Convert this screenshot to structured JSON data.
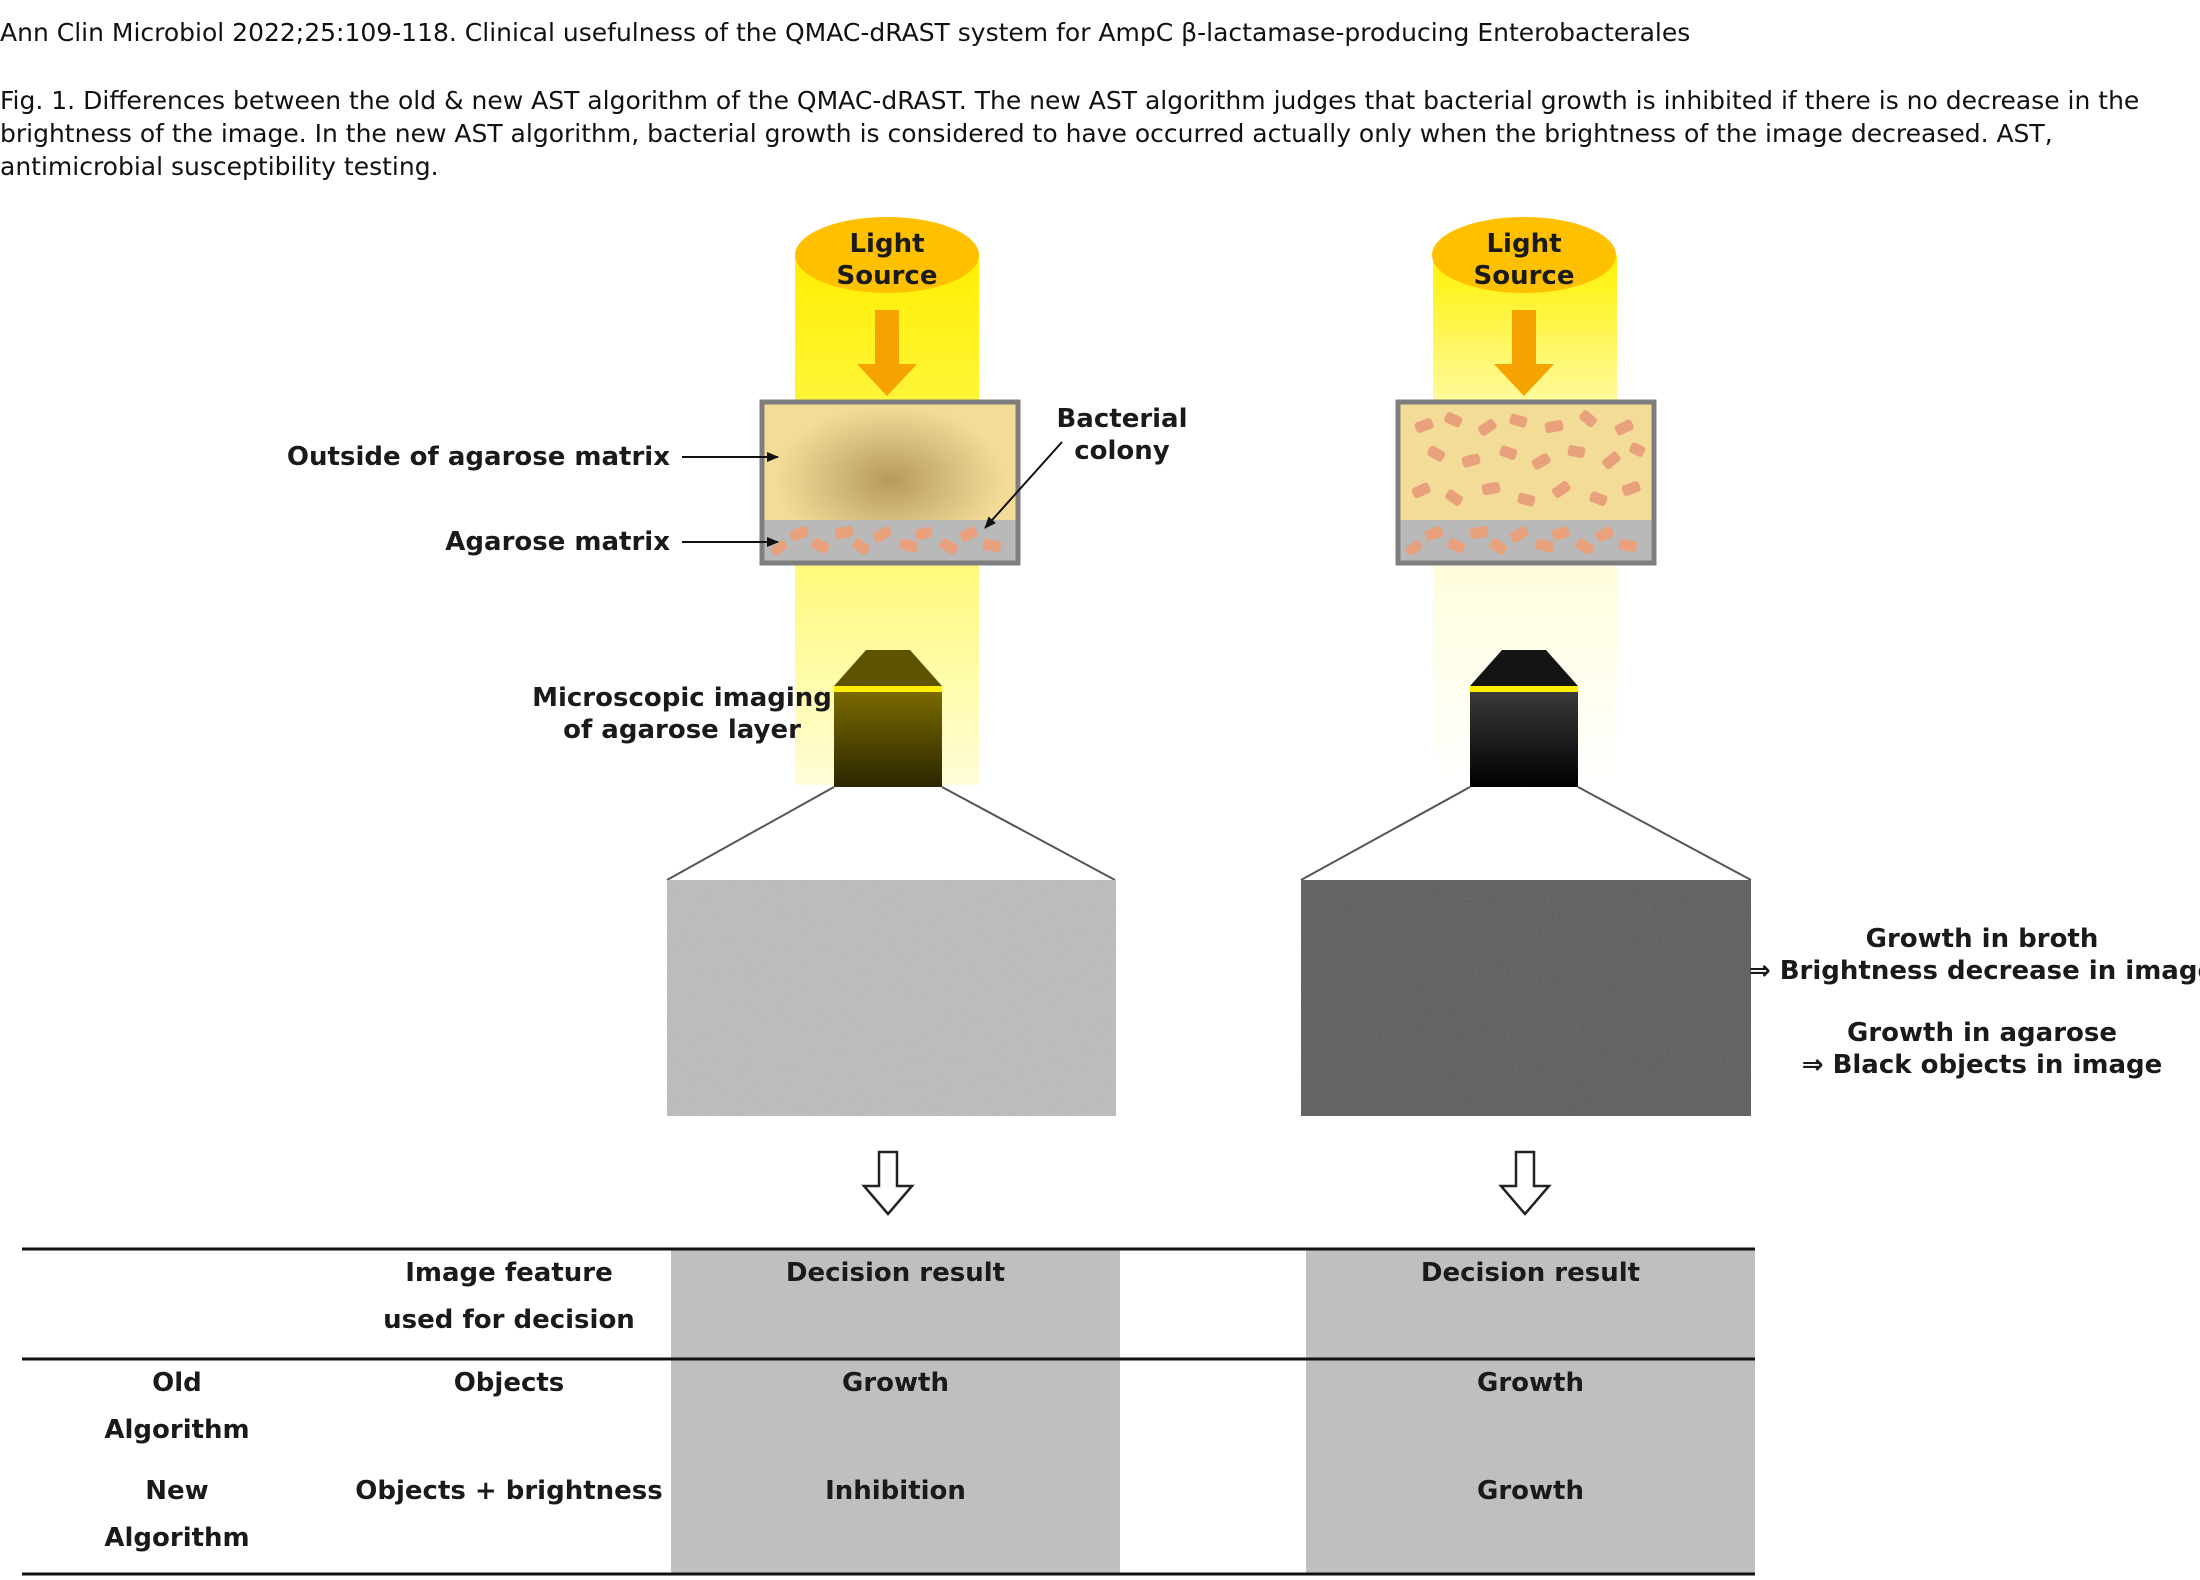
{
  "header": {
    "journal": "Ann Clin Microbiol 2022;25:109-118. Clinical usefulness of the QMAC-dRAST system for AmpC β-lactamase-producing Enterobacterales"
  },
  "caption": {
    "label": "Fig. 1.",
    "text": "Differences between the old & new AST algorithm of the QMAC-dRAST. The new AST algorithm judges that bacterial growth is inhibited if there is no decrease in the brightness of the image. In the new AST algorithm, bacterial growth is considered to have occurred actually only when the brightness of the image decreased. AST, antimicrobial susceptibility testing."
  },
  "diagram": {
    "light_source": [
      "Light",
      "Source"
    ],
    "labels": {
      "outside_matrix": "Outside of agarose matrix",
      "agarose_matrix": "Agarose matrix",
      "bacterial_colony": [
        "Bacterial",
        "colony"
      ],
      "microscopic_imaging": [
        "Microscopic imaging",
        "of agarose layer"
      ]
    },
    "notes": {
      "broth_title": "Growth in broth",
      "broth_result": "⇒ Brightness decrease in image",
      "agarose_title": "Growth in agarose",
      "agarose_result": "⇒ Black objects in image"
    },
    "colors": {
      "light_beam": "#fff200",
      "light_source": "#ffc000",
      "arrow": "#f5a300",
      "broth": "#f3dc97",
      "agarose": "#b9b9b9",
      "bacteria": "#e8a07d",
      "decision_column": "#bfbfbf"
    }
  },
  "table": {
    "header": {
      "feature": "Image feature\nused for decision",
      "decision_left": "Decision result",
      "decision_right": "Decision result"
    },
    "rows": [
      {
        "name": "Old\nAlgorithm",
        "feature": "Objects",
        "left": "Growth",
        "right": "Growth"
      },
      {
        "name": "New\nAlgorithm",
        "feature": "Objects + brightness",
        "left": "Inhibition",
        "right": "Growth"
      }
    ]
  }
}
